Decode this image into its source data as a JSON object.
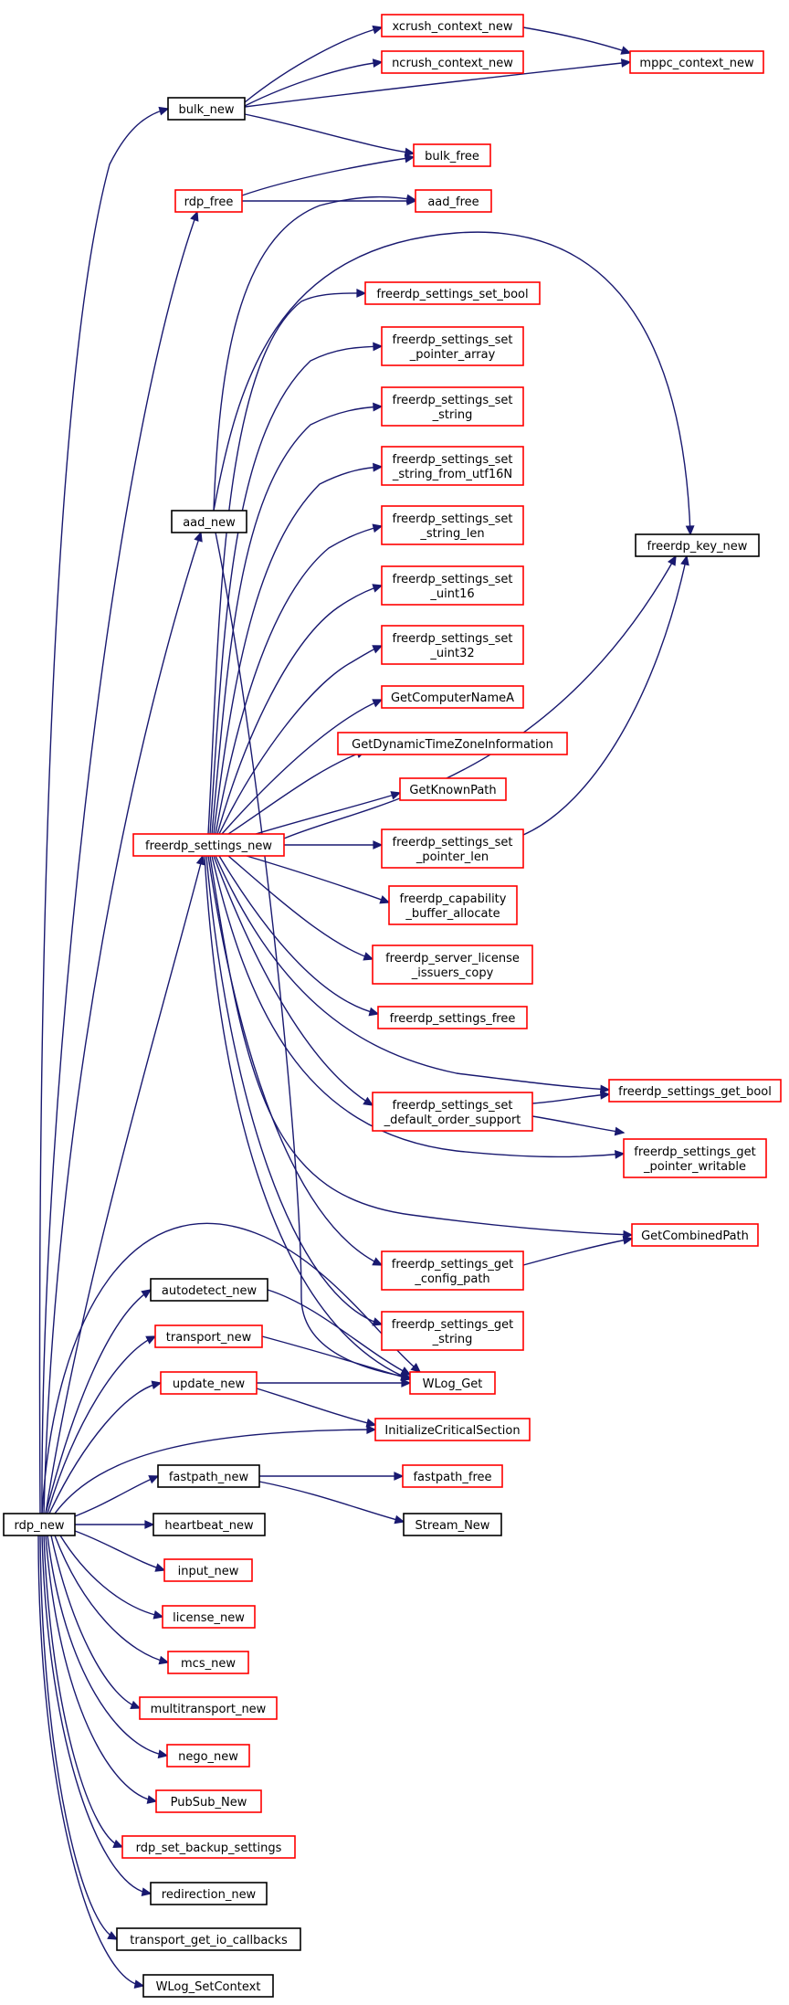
{
  "colors": {
    "edge": "#191970",
    "linked_border": "#ff0000",
    "plain_border": "#000000",
    "root_fill": "#bfbfbf"
  },
  "nodes": {
    "rdp_new": {
      "lines": [
        "rdp_new"
      ],
      "kind": "root"
    },
    "bulk_new": {
      "lines": [
        "bulk_new"
      ],
      "kind": "plain"
    },
    "xcrush_context_new": {
      "lines": [
        "xcrush_context_new"
      ],
      "kind": "linked"
    },
    "ncrush_context_new": {
      "lines": [
        "ncrush_context_new"
      ],
      "kind": "linked"
    },
    "mppc_context_new": {
      "lines": [
        "mppc_context_new"
      ],
      "kind": "linked"
    },
    "bulk_free": {
      "lines": [
        "bulk_free"
      ],
      "kind": "linked"
    },
    "rdp_free": {
      "lines": [
        "rdp_free"
      ],
      "kind": "linked"
    },
    "aad_free": {
      "lines": [
        "aad_free"
      ],
      "kind": "linked"
    },
    "aad_new": {
      "lines": [
        "aad_new"
      ],
      "kind": "plain"
    },
    "freerdp_key_new": {
      "lines": [
        "freerdp_key_new"
      ],
      "kind": "plain"
    },
    "fs_set_bool": {
      "lines": [
        "freerdp_settings_set_bool"
      ],
      "kind": "linked"
    },
    "fs_set_pointer_array": {
      "lines": [
        "freerdp_settings_set",
        "_pointer_array"
      ],
      "kind": "linked"
    },
    "fs_set_string": {
      "lines": [
        "freerdp_settings_set",
        "_string"
      ],
      "kind": "linked"
    },
    "fs_set_string_utf16": {
      "lines": [
        "freerdp_settings_set",
        "_string_from_utf16N"
      ],
      "kind": "linked"
    },
    "fs_set_string_len": {
      "lines": [
        "freerdp_settings_set",
        "_string_len"
      ],
      "kind": "linked"
    },
    "fs_set_uint16": {
      "lines": [
        "freerdp_settings_set",
        "_uint16"
      ],
      "kind": "linked"
    },
    "fs_set_uint32": {
      "lines": [
        "freerdp_settings_set",
        "_uint32"
      ],
      "kind": "linked"
    },
    "GetComputerNameA": {
      "lines": [
        "GetComputerNameA"
      ],
      "kind": "linked"
    },
    "GetDynamicTZ": {
      "lines": [
        "GetDynamicTimeZoneInformation"
      ],
      "kind": "linked"
    },
    "GetKnownPath": {
      "lines": [
        "GetKnownPath"
      ],
      "kind": "linked"
    },
    "freerdp_settings_new": {
      "lines": [
        "freerdp_settings_new"
      ],
      "kind": "linked"
    },
    "fs_set_pointer_len": {
      "lines": [
        "freerdp_settings_set",
        "_pointer_len"
      ],
      "kind": "linked"
    },
    "cap_buffer_alloc": {
      "lines": [
        "freerdp_capability",
        "_buffer_allocate"
      ],
      "kind": "linked"
    },
    "server_license": {
      "lines": [
        "freerdp_server_license",
        "_issuers_copy"
      ],
      "kind": "linked"
    },
    "fs_free": {
      "lines": [
        "freerdp_settings_free"
      ],
      "kind": "linked"
    },
    "fs_get_bool": {
      "lines": [
        "freerdp_settings_get_bool"
      ],
      "kind": "linked"
    },
    "fs_set_default_order": {
      "lines": [
        "freerdp_settings_set",
        "_default_order_support"
      ],
      "kind": "linked"
    },
    "fs_get_pointer_writable": {
      "lines": [
        "freerdp_settings_get",
        "_pointer_writable"
      ],
      "kind": "linked"
    },
    "GetCombinedPath": {
      "lines": [
        "GetCombinedPath"
      ],
      "kind": "linked"
    },
    "fs_get_config_path": {
      "lines": [
        "freerdp_settings_get",
        "_config_path"
      ],
      "kind": "linked"
    },
    "fs_get_string": {
      "lines": [
        "freerdp_settings_get",
        "_string"
      ],
      "kind": "linked"
    },
    "autodetect_new": {
      "lines": [
        "autodetect_new"
      ],
      "kind": "plain"
    },
    "transport_new": {
      "lines": [
        "transport_new"
      ],
      "kind": "linked"
    },
    "WLog_Get": {
      "lines": [
        "WLog_Get"
      ],
      "kind": "linked"
    },
    "update_new": {
      "lines": [
        "update_new"
      ],
      "kind": "linked"
    },
    "InitCritSec": {
      "lines": [
        "InitializeCriticalSection"
      ],
      "kind": "linked"
    },
    "fastpath_new": {
      "lines": [
        "fastpath_new"
      ],
      "kind": "plain"
    },
    "fastpath_free": {
      "lines": [
        "fastpath_free"
      ],
      "kind": "linked"
    },
    "Stream_New": {
      "lines": [
        "Stream_New"
      ],
      "kind": "plain"
    },
    "heartbeat_new": {
      "lines": [
        "heartbeat_new"
      ],
      "kind": "plain"
    },
    "input_new": {
      "lines": [
        "input_new"
      ],
      "kind": "linked"
    },
    "license_new": {
      "lines": [
        "license_new"
      ],
      "kind": "linked"
    },
    "mcs_new": {
      "lines": [
        "mcs_new"
      ],
      "kind": "linked"
    },
    "multitransport_new": {
      "lines": [
        "multitransport_new"
      ],
      "kind": "linked"
    },
    "nego_new": {
      "lines": [
        "nego_new"
      ],
      "kind": "linked"
    },
    "PubSub_New": {
      "lines": [
        "PubSub_New"
      ],
      "kind": "linked"
    },
    "rdp_set_backup": {
      "lines": [
        "rdp_set_backup_settings"
      ],
      "kind": "linked"
    },
    "redirection_new": {
      "lines": [
        "redirection_new"
      ],
      "kind": "plain"
    },
    "transport_get_io": {
      "lines": [
        "transport_get_io_callbacks"
      ],
      "kind": "plain"
    },
    "WLog_SetContext": {
      "lines": [
        "WLog_SetContext"
      ],
      "kind": "plain"
    }
  },
  "edges": [
    [
      "rdp_new",
      "bulk_new"
    ],
    [
      "rdp_new",
      "rdp_free"
    ],
    [
      "rdp_new",
      "aad_new"
    ],
    [
      "rdp_new",
      "freerdp_settings_new"
    ],
    [
      "rdp_new",
      "WLog_Get"
    ],
    [
      "rdp_new",
      "autodetect_new"
    ],
    [
      "rdp_new",
      "transport_new"
    ],
    [
      "rdp_new",
      "update_new"
    ],
    [
      "rdp_new",
      "InitCritSec"
    ],
    [
      "rdp_new",
      "fastpath_new"
    ],
    [
      "rdp_new",
      "heartbeat_new"
    ],
    [
      "rdp_new",
      "input_new"
    ],
    [
      "rdp_new",
      "license_new"
    ],
    [
      "rdp_new",
      "mcs_new"
    ],
    [
      "rdp_new",
      "multitransport_new"
    ],
    [
      "rdp_new",
      "nego_new"
    ],
    [
      "rdp_new",
      "PubSub_New"
    ],
    [
      "rdp_new",
      "rdp_set_backup"
    ],
    [
      "rdp_new",
      "redirection_new"
    ],
    [
      "rdp_new",
      "transport_get_io"
    ],
    [
      "rdp_new",
      "WLog_SetContext"
    ],
    [
      "bulk_new",
      "xcrush_context_new"
    ],
    [
      "bulk_new",
      "ncrush_context_new"
    ],
    [
      "bulk_new",
      "mppc_context_new"
    ],
    [
      "bulk_new",
      "bulk_free"
    ],
    [
      "xcrush_context_new",
      "mppc_context_new"
    ],
    [
      "rdp_free",
      "bulk_free"
    ],
    [
      "rdp_free",
      "aad_free"
    ],
    [
      "aad_new",
      "aad_free"
    ],
    [
      "aad_new",
      "freerdp_key_new"
    ],
    [
      "aad_new",
      "WLog_Get"
    ],
    [
      "freerdp_settings_new",
      "fs_set_bool"
    ],
    [
      "freerdp_settings_new",
      "fs_set_pointer_array"
    ],
    [
      "freerdp_settings_new",
      "fs_set_string"
    ],
    [
      "freerdp_settings_new",
      "fs_set_string_utf16"
    ],
    [
      "freerdp_settings_new",
      "fs_set_string_len"
    ],
    [
      "freerdp_settings_new",
      "fs_set_uint16"
    ],
    [
      "freerdp_settings_new",
      "fs_set_uint32"
    ],
    [
      "freerdp_settings_new",
      "GetComputerNameA"
    ],
    [
      "freerdp_settings_new",
      "GetDynamicTZ"
    ],
    [
      "freerdp_settings_new",
      "GetKnownPath"
    ],
    [
      "freerdp_settings_new",
      "fs_set_pointer_len"
    ],
    [
      "freerdp_settings_new",
      "cap_buffer_alloc"
    ],
    [
      "freerdp_settings_new",
      "server_license"
    ],
    [
      "freerdp_settings_new",
      "fs_free"
    ],
    [
      "freerdp_settings_new",
      "fs_get_bool"
    ],
    [
      "freerdp_settings_new",
      "fs_set_default_order"
    ],
    [
      "freerdp_settings_new",
      "fs_get_pointer_writable"
    ],
    [
      "freerdp_settings_new",
      "GetCombinedPath"
    ],
    [
      "freerdp_settings_new",
      "fs_get_config_path"
    ],
    [
      "freerdp_settings_new",
      "fs_get_string"
    ],
    [
      "freerdp_settings_new",
      "WLog_Get"
    ],
    [
      "freerdp_settings_new",
      "freerdp_key_new"
    ],
    [
      "fs_set_pointer_len",
      "freerdp_key_new"
    ],
    [
      "fs_set_default_order",
      "fs_get_bool"
    ],
    [
      "fs_set_default_order",
      "fs_get_pointer_writable"
    ],
    [
      "fs_get_config_path",
      "GetCombinedPath"
    ],
    [
      "autodetect_new",
      "WLog_Get"
    ],
    [
      "transport_new",
      "WLog_Get"
    ],
    [
      "update_new",
      "WLog_Get"
    ],
    [
      "update_new",
      "InitCritSec"
    ],
    [
      "fastpath_new",
      "fastpath_free"
    ],
    [
      "fastpath_new",
      "Stream_New"
    ]
  ]
}
